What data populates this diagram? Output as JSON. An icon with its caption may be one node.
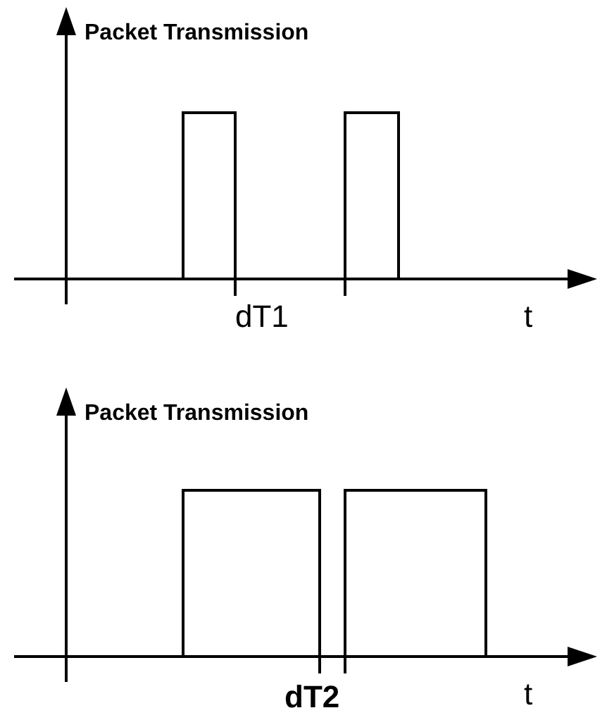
{
  "diagram": {
    "labels": [
      "Packet Transmission",
      "dT1",
      "t",
      "Packet Transmission",
      "dT2",
      "t"
    ]
  }
}
